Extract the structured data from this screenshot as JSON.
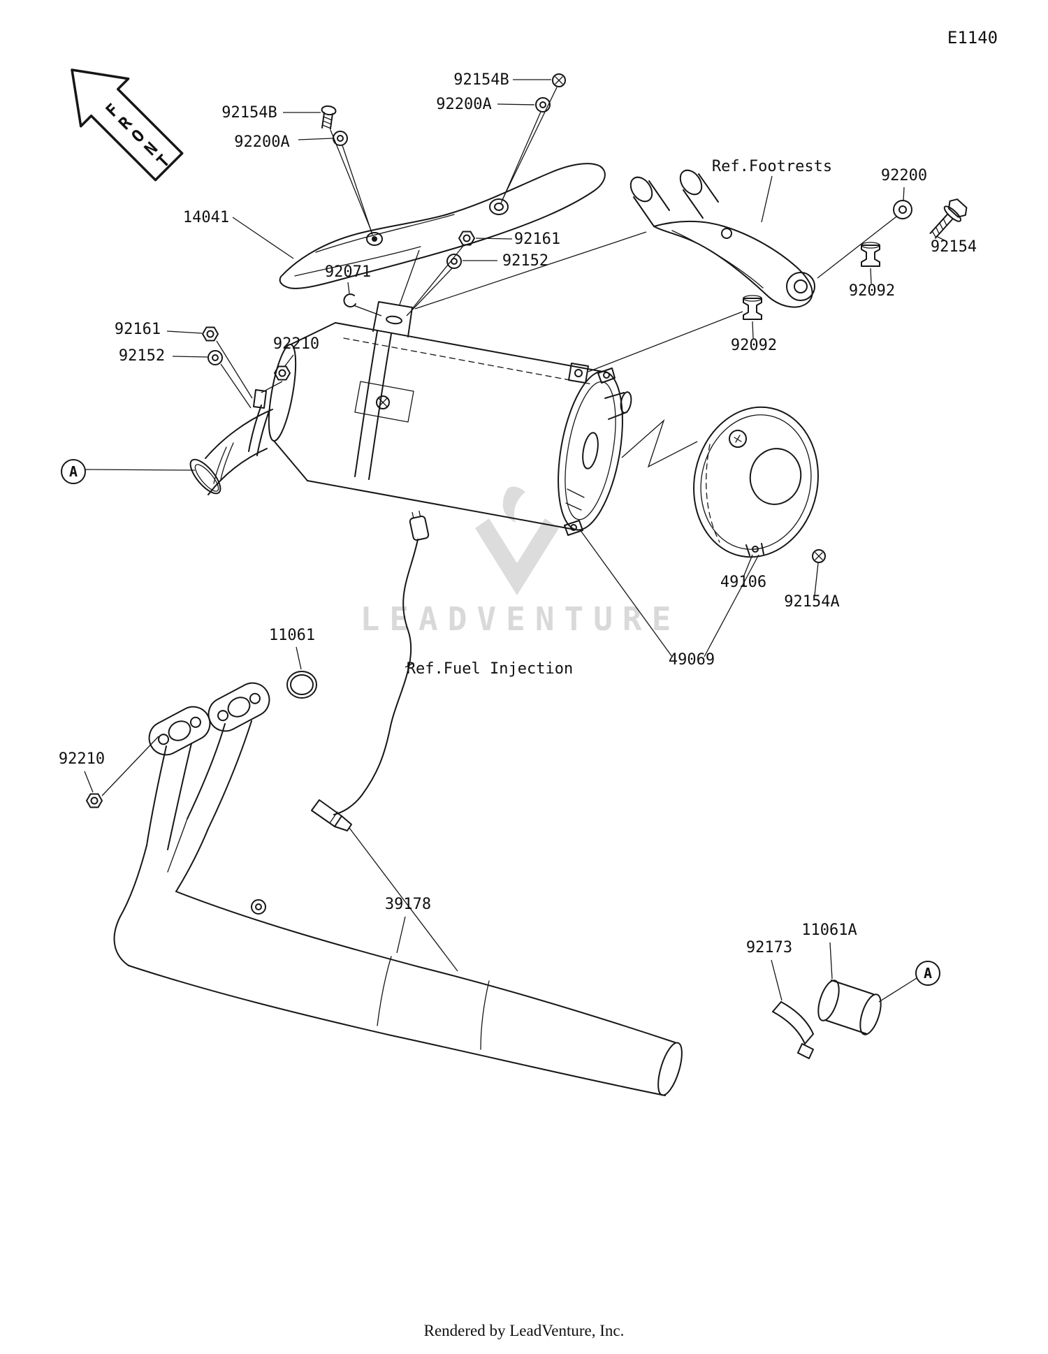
{
  "page": {
    "diagram_code": "E1140",
    "front_label": "FRONT",
    "front_letters": [
      "F",
      "R",
      "O",
      "N",
      "T"
    ],
    "watermark_text": "LEADVENTURE",
    "footer_text": "Rendered by LeadVenture, Inc."
  },
  "markers": {
    "a1": "A",
    "a2": "A"
  },
  "labels": [
    {
      "id": "92154b-top",
      "text": "92154B"
    },
    {
      "id": "92200a-top",
      "text": "92200A"
    },
    {
      "id": "92154b-left",
      "text": "92154B"
    },
    {
      "id": "92200a-left",
      "text": "92200A"
    },
    {
      "id": "14041",
      "text": "14041"
    },
    {
      "id": "ref-footrests",
      "text": "Ref.Footrests"
    },
    {
      "id": "92200",
      "text": "92200"
    },
    {
      "id": "92154",
      "text": "92154"
    },
    {
      "id": "92161-upper",
      "text": "92161"
    },
    {
      "id": "92152-upper",
      "text": "92152"
    },
    {
      "id": "92071",
      "text": "92071"
    },
    {
      "id": "92092-right",
      "text": "92092"
    },
    {
      "id": "92092-lower",
      "text": "92092"
    },
    {
      "id": "92161-left",
      "text": "92161"
    },
    {
      "id": "92152-left",
      "text": "92152"
    },
    {
      "id": "92210-upper",
      "text": "92210"
    },
    {
      "id": "49106",
      "text": "49106"
    },
    {
      "id": "92154a",
      "text": "92154A"
    },
    {
      "id": "11061",
      "text": "11061"
    },
    {
      "id": "ref-fuel-injection",
      "text": "Ref.Fuel Injection"
    },
    {
      "id": "49069",
      "text": "49069"
    },
    {
      "id": "92210-lower",
      "text": "92210"
    },
    {
      "id": "39178",
      "text": "39178"
    },
    {
      "id": "92173",
      "text": "92173"
    },
    {
      "id": "11061a",
      "text": "11061A"
    }
  ]
}
